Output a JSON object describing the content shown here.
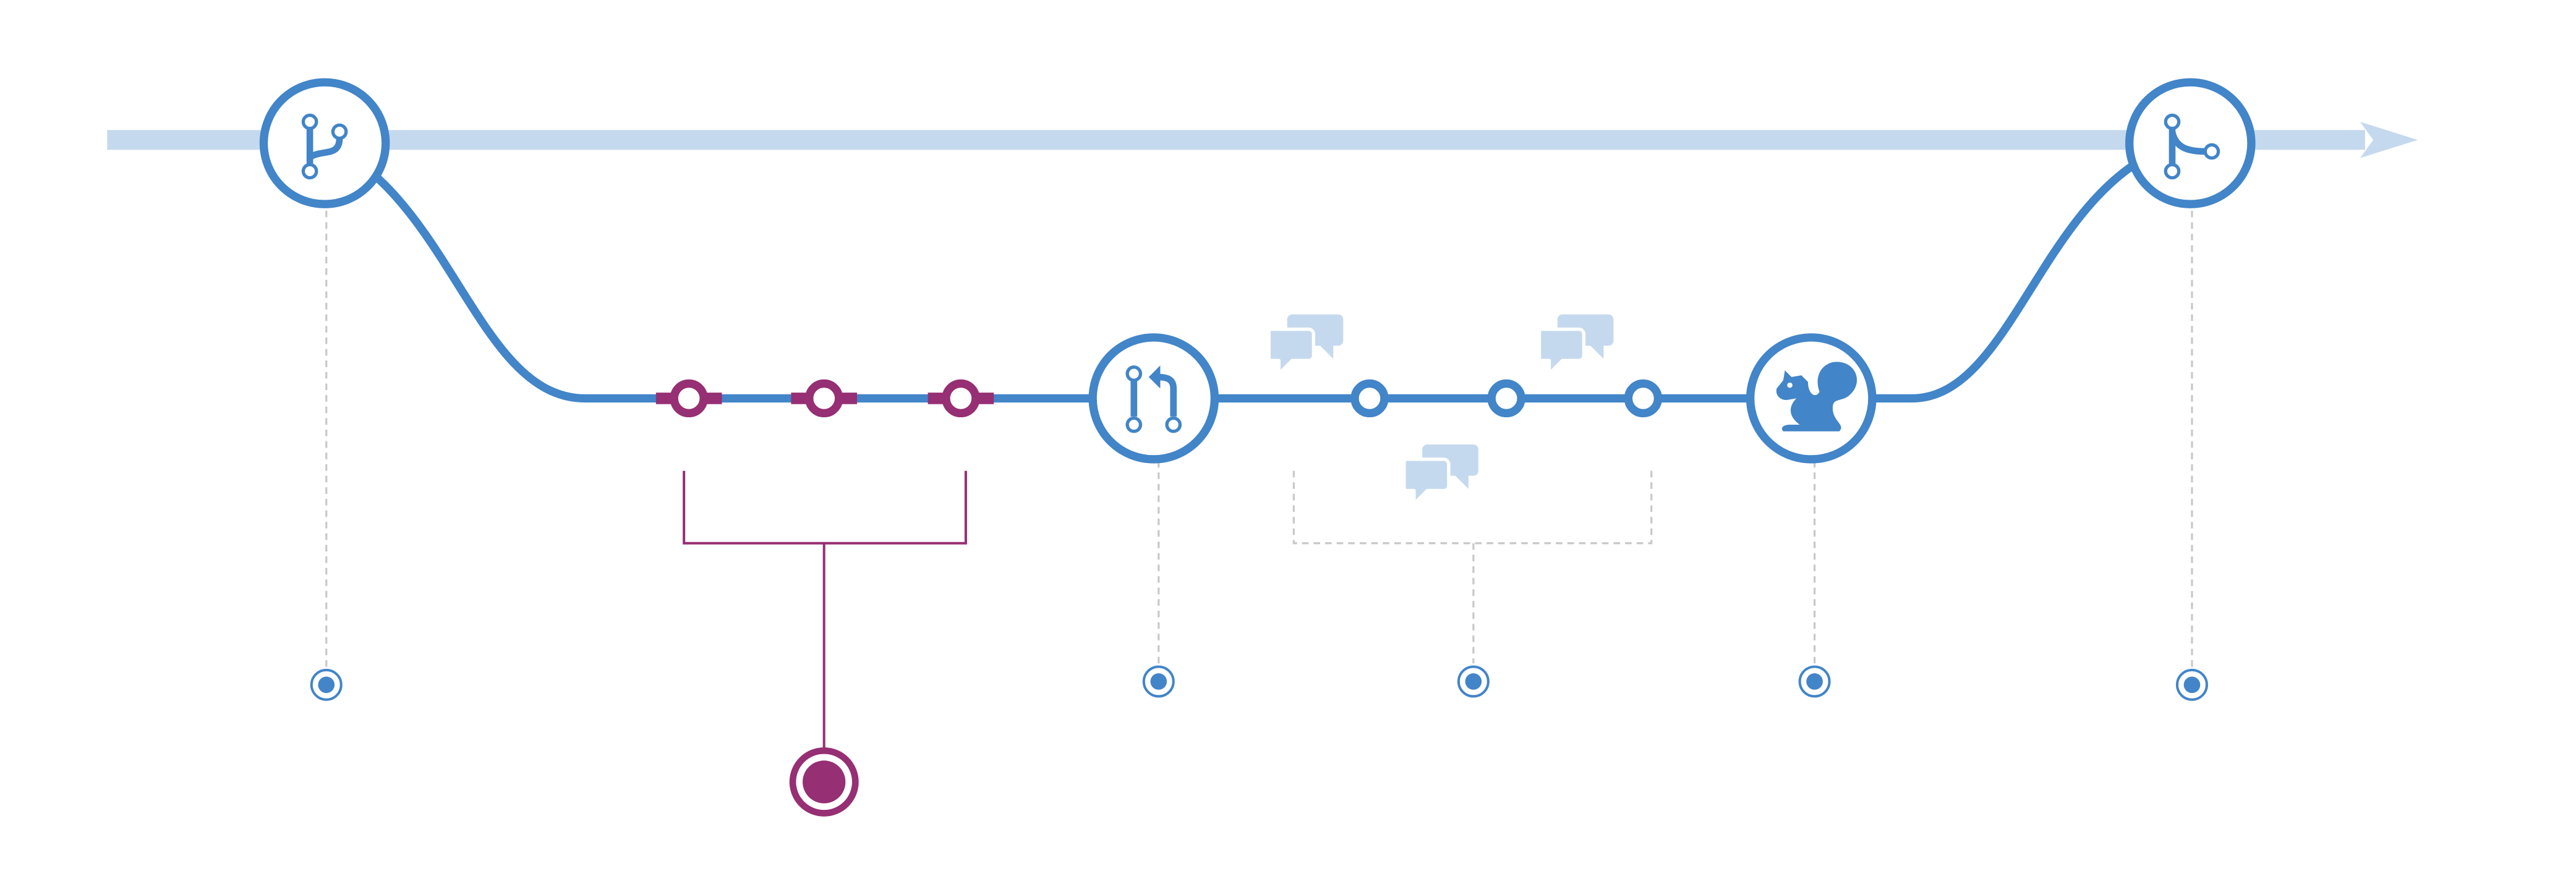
{
  "diagram": {
    "type": "github-flow",
    "colors": {
      "trunk": "#c5d9ee",
      "branch": "#4285c8",
      "commit": "#962f73",
      "comment": "#c5d9ee",
      "guide": "#c8c8c8",
      "background": "#ffffff"
    },
    "stages": [
      {
        "id": "create-branch",
        "icon": "git-branch-icon"
      },
      {
        "id": "add-commits",
        "icon": "commit-icon",
        "count": 3
      },
      {
        "id": "open-pull-request",
        "icon": "git-pull-request-icon"
      },
      {
        "id": "discuss-review",
        "icon": "comment-discussion-icon",
        "count": 3
      },
      {
        "id": "deploy",
        "icon": "squirrel-icon"
      },
      {
        "id": "merge",
        "icon": "git-merge-icon"
      }
    ]
  }
}
